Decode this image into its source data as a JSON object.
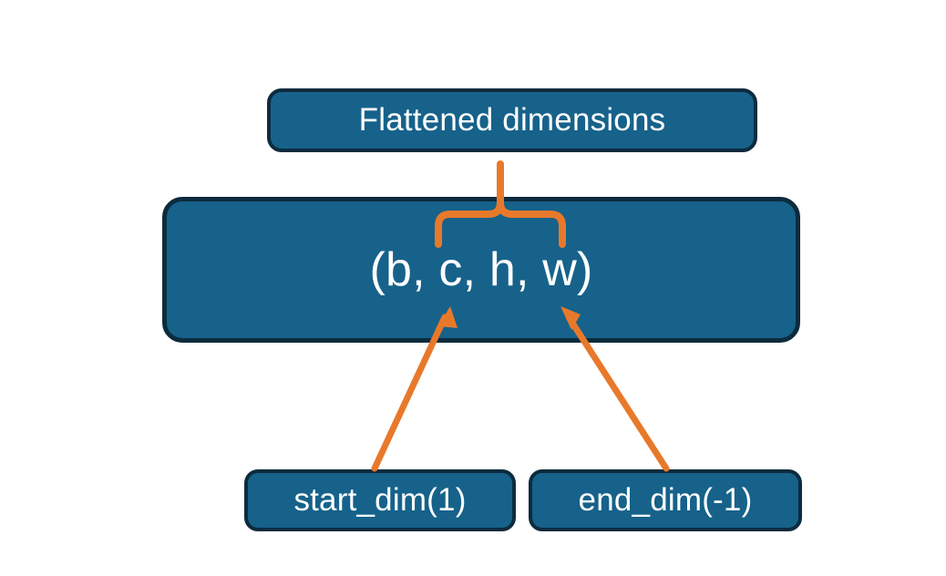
{
  "diagram": {
    "title_node": "Flattened dimensions",
    "tuple_node": "(b, c, h, w)",
    "start_dim_node": "start_dim(1)",
    "end_dim_node": "end_dim(-1)",
    "colors": {
      "node_fill": "#16628a",
      "node_border": "#0d2b3e",
      "node_text": "#ffffff",
      "connector": "#e8792b",
      "background": "#ffffff"
    },
    "connectors": [
      {
        "name": "brace-over-c-h-w",
        "kind": "curly-brace",
        "label": "",
        "points_to": "Flattened dimensions",
        "spans": "c, h, w"
      },
      {
        "name": "arrow-start-dim-to-c",
        "kind": "arrow",
        "label": "",
        "from": "start_dim(1)",
        "to": "(b, c, h, w)"
      },
      {
        "name": "arrow-end-dim-to-w",
        "kind": "arrow",
        "label": "",
        "from": "end_dim(-1)",
        "to": "(b, c, h, w)"
      }
    ]
  }
}
